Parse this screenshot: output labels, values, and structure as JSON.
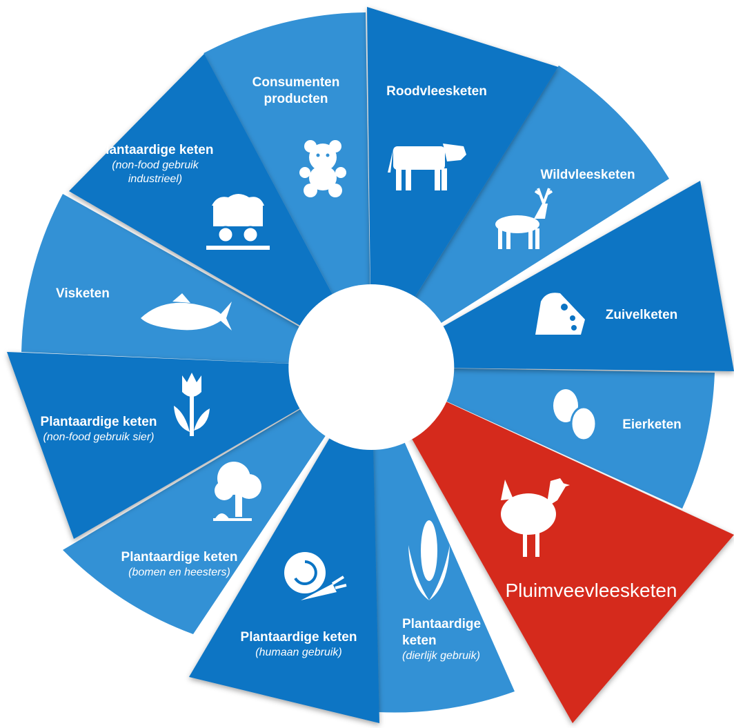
{
  "colors": {
    "dark_blue": "#0b74c4",
    "light_blue": "#3391d5",
    "highlight_red": "#d52b1e",
    "center": "#ffffff"
  },
  "segments": [
    {
      "title": "Consumenten producten",
      "subtitle": "",
      "icon": "teddy-bear-icon"
    },
    {
      "title": "Roodvleesketen",
      "subtitle": "",
      "icon": "cow-icon"
    },
    {
      "title": "Wildvleesketen",
      "subtitle": "",
      "icon": "deer-icon"
    },
    {
      "title": "Zuivelketen",
      "subtitle": "",
      "icon": "cheese-icon"
    },
    {
      "title": "Eierketen",
      "subtitle": "",
      "icon": "eggs-icon"
    },
    {
      "title": "Pluimveevleesketen",
      "subtitle": "",
      "icon": "chicken-icon",
      "highlighted": true
    },
    {
      "title": "Plantaardige keten",
      "subtitle": "(dierlijk gebruik)",
      "icon": "corn-icon"
    },
    {
      "title": "Plantaardige keten",
      "subtitle": "(humaan gebruik)",
      "icon": "vegetables-icon"
    },
    {
      "title": "Plantaardige keten",
      "subtitle": "(bomen en heesters)",
      "icon": "tree-icon"
    },
    {
      "title": "Plantaardige keten",
      "subtitle": "(non-food gebruik sier)",
      "icon": "tulip-icon"
    },
    {
      "title": "Visketen",
      "subtitle": "",
      "icon": "fish-icon"
    },
    {
      "title": "Plantaardige keten",
      "subtitle": "(non-food gebruik industrieel)",
      "icon": "mine-cart-icon"
    }
  ]
}
